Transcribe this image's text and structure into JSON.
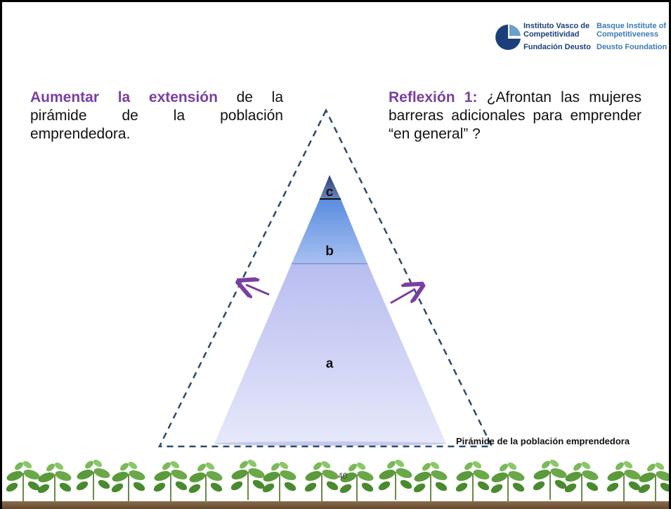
{
  "logo": {
    "line1_es": "Instituto Vasco de",
    "line2_es": "Competitividad",
    "line1_en": "Basque Institute of",
    "line2_en": "Competitiveness",
    "foundation_es": "Fundación Deusto",
    "foundation_en": "Deusto Foundation"
  },
  "left_text": {
    "highlight": "Aumentar la extensión",
    "rest": " de la pirámide de la población emprendedora."
  },
  "right_text": {
    "highlight": "Reflexión 1:",
    "rest": " ¿Afrontan las mujeres barreras adicionales para emprender “en general” ?"
  },
  "pyramid": {
    "label_c": "c",
    "label_b": "b",
    "label_a": "a",
    "caption": "Pirámide de la población emprendedora"
  },
  "page_number": "40",
  "colors": {
    "accent": "#7a3fa1",
    "dashed_outline": "#2e4a68",
    "arrow": "#7a3fa1"
  }
}
